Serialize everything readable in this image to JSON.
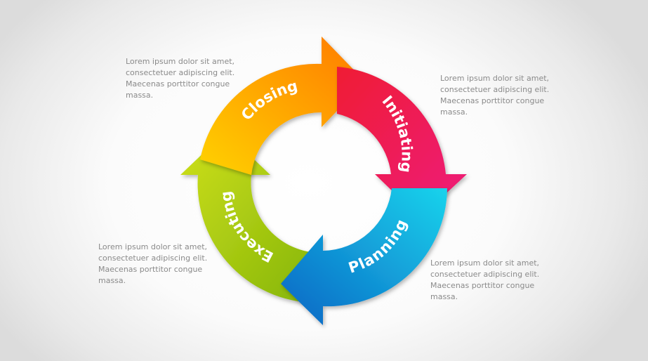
{
  "cycle": {
    "stages": [
      {
        "label": "Closing",
        "color_start": "#ffd200",
        "color_end": "#ff7a00"
      },
      {
        "label": "Initiating",
        "color_start": "#ef1c34",
        "color_end": "#ee1a7c"
      },
      {
        "label": "Planning",
        "color_start": "#1ad3ec",
        "color_end": "#0a64c4"
      },
      {
        "label": "Executing",
        "color_start": "#cfe01a",
        "color_end": "#82b40a"
      }
    ]
  },
  "notes": {
    "top_left": "Lorem ipsum dolor sit amet, consectetuer adipiscing elit. Maecenas porttitor congue massa.",
    "top_right": "Lorem ipsum dolor sit amet, consectetuer adipiscing elit. Maecenas porttitor congue massa.",
    "bottom_left": "Lorem ipsum dolor sit amet, consectetuer adipiscing elit. Maecenas porttitor congue massa.",
    "bottom_right": "Lorem ipsum dolor sit amet, consectetuer adipiscing elit. Maecenas porttitor congue massa."
  }
}
